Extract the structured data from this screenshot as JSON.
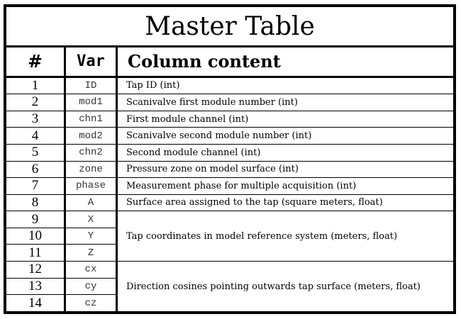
{
  "title": "Master Table",
  "headers": {
    "num": "#",
    "var": "Var",
    "content": "Column content"
  },
  "rows": [
    {
      "num": "1",
      "var": "ID",
      "content": "Tap ID (int)"
    },
    {
      "num": "2",
      "var": "mod1",
      "content": "Scanivalve first module number (int)"
    },
    {
      "num": "3",
      "var": "chn1",
      "content": "First module channel (int)"
    },
    {
      "num": "4",
      "var": "mod2",
      "content": "Scanivalve second module number (int)"
    },
    {
      "num": "5",
      "var": "chn2",
      "content": "Second module channel (int)"
    },
    {
      "num": "6",
      "var": "zone",
      "content": "Pressure zone on model surface (int)"
    },
    {
      "num": "7",
      "var": "phase",
      "content": "Measurement phase for multiple acquisition (int)"
    },
    {
      "num": "8",
      "var": "A",
      "content": "Surface area assigned to the tap (square meters, float)"
    },
    {
      "num": "9",
      "var": "X",
      "content": "Tap coordinates in model reference system (meters, float)"
    },
    {
      "num": "10",
      "var": "Y"
    },
    {
      "num": "11",
      "var": "Z"
    },
    {
      "num": "12",
      "var": "cx",
      "content": "Direction cosines pointing outwards tap surface (meters, float)"
    },
    {
      "num": "13",
      "var": "cy"
    },
    {
      "num": "14",
      "var": "cz"
    }
  ]
}
